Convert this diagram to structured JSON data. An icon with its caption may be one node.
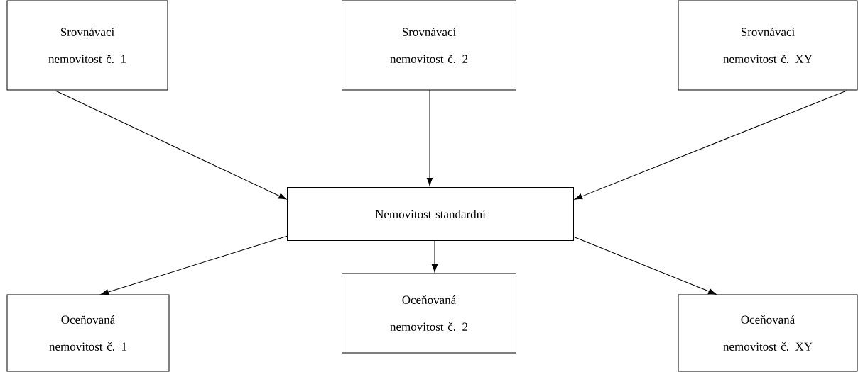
{
  "diagram": {
    "nodes": [
      {
        "text": [
          "Srovnávací nemovitost č. 1"
        ]
      },
      {
        "text": [
          "Srovnávací nemovitost č. 2"
        ]
      },
      {
        "text": [
          "Srovnávací nemovitost č. XY"
        ]
      },
      {
        "text": [
          "Nemovitost standardní"
        ]
      },
      {
        "text": [
          "Oceňovaná nemovitost č. 1"
        ]
      },
      {
        "text": [
          "Oceňovaná nemovitost č. 2"
        ]
      },
      {
        "text": [
          "Oceňovaná nemovitost č. XY"
        ]
      }
    ],
    "edges": [
      {
        "from": 0,
        "to": 3,
        "arrow": "to"
      },
      {
        "from": 1,
        "to": 3,
        "arrow": "to"
      },
      {
        "from": 2,
        "to": 3,
        "arrow": "to"
      },
      {
        "from": 3,
        "to": 4,
        "arrow": "to"
      },
      {
        "from": 3,
        "to": 5,
        "arrow": "to"
      },
      {
        "from": 3,
        "to": 6,
        "arrow": "to"
      }
    ]
  }
}
